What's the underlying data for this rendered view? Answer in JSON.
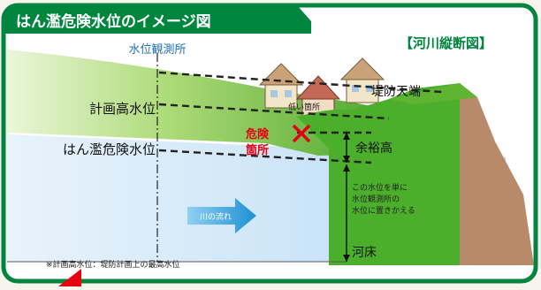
{
  "title": "はん濫危険水位のイメージ図",
  "section_label": "【河川縦断図】",
  "labels": {
    "observation_station": "水位観測所",
    "levee_crown": "堤防天端",
    "low_point": "低い箇所",
    "danger_line1": "危険",
    "danger_line2": "箇所",
    "planned_high_water": "計画高水位",
    "flood_danger_level": "はん濫危険水位",
    "margin_height": "余裕高",
    "riverbed": "河床",
    "flow": "川の流れ",
    "explanation_lines": [
      "この水位を単に",
      "水位観測所の",
      "水位に置きかえる"
    ],
    "footnote": "※計画高水位：堤防計画上の最高水位"
  },
  "colors": {
    "frame": "#00853f",
    "grass": "#5fb531",
    "water": "#cfe6f8",
    "danger": "#e60012",
    "bank_soil": "#b98a6a",
    "flow_arrow": "#2a96d4"
  }
}
